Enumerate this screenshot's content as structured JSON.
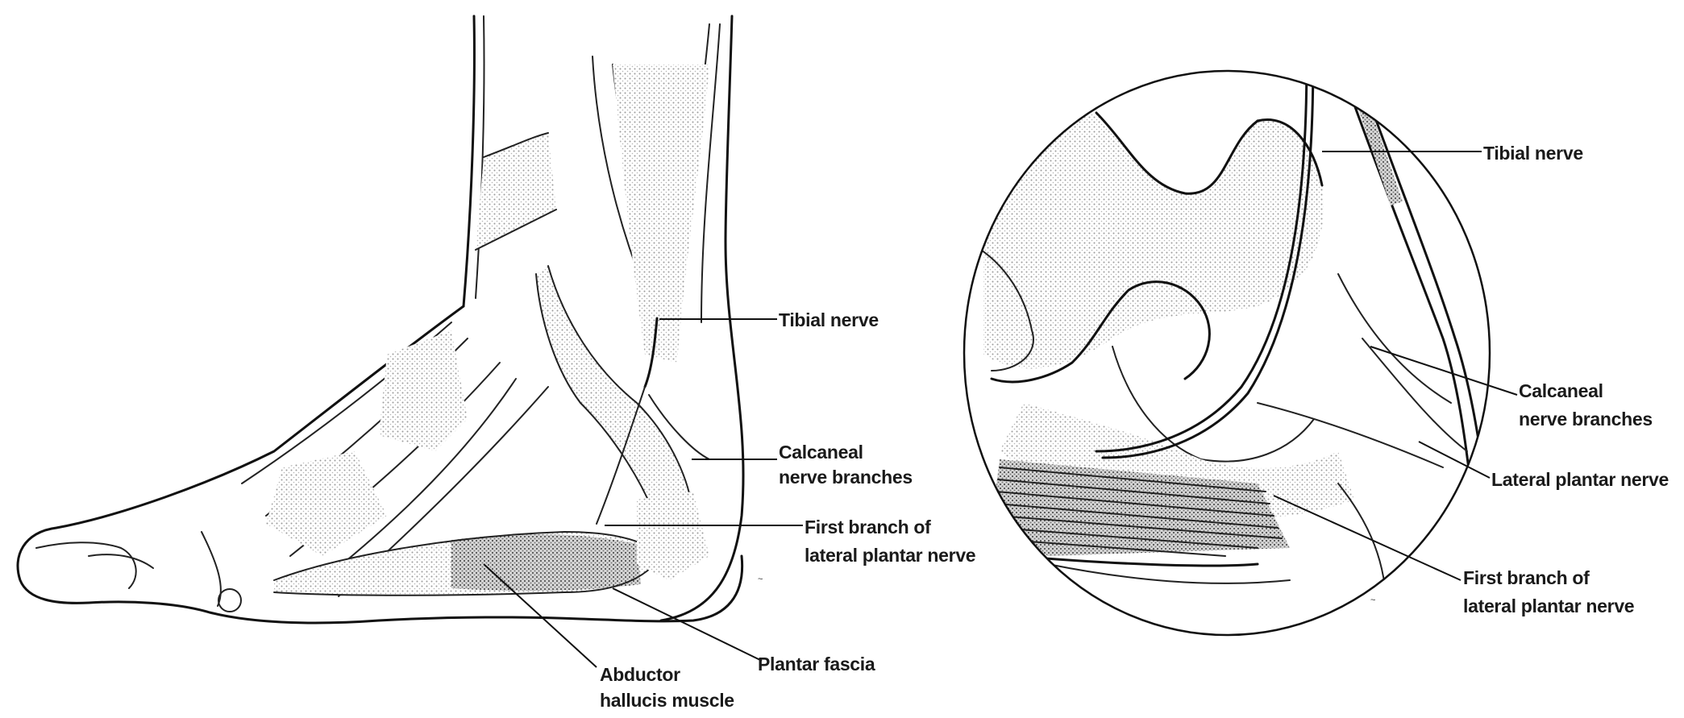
{
  "left_figure": {
    "labels": {
      "tibial_nerve": "Tibial nerve",
      "calcaneal_line1": "Calcaneal",
      "calcaneal_line2": "nerve branches",
      "first_branch_line1": "First branch of",
      "first_branch_line2": "lateral plantar nerve",
      "plantar_fascia": "Plantar fascia",
      "abductor_line1": "Abductor",
      "abductor_line2": "hallucis muscle"
    }
  },
  "right_figure": {
    "labels": {
      "tibial_nerve": "Tibial nerve",
      "calcaneal_line1": "Calcaneal",
      "calcaneal_line2": "nerve branches",
      "lateral_plantar": "Lateral plantar nerve",
      "first_branch_line1": "First branch of",
      "first_branch_line2": "lateral plantar nerve"
    }
  }
}
